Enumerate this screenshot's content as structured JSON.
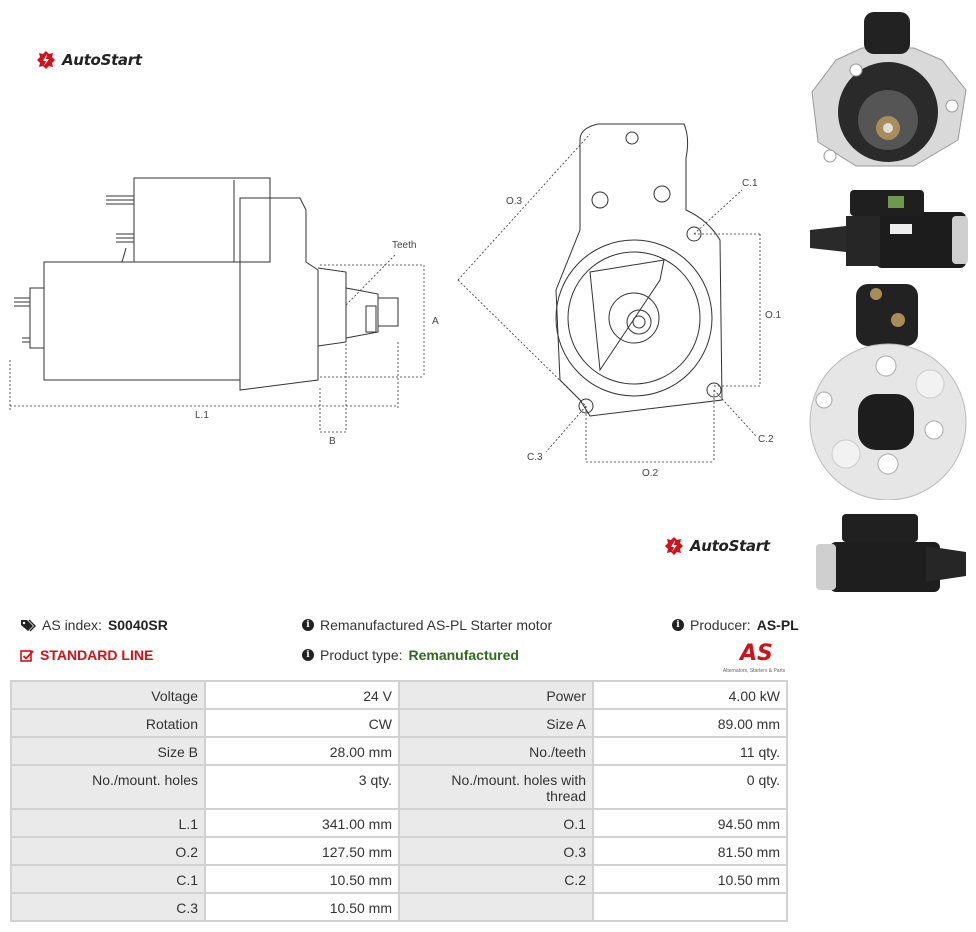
{
  "brand": {
    "name": "AutoStart"
  },
  "drawing_labels": {
    "teeth": "Teeth",
    "a": "A",
    "b": "B",
    "l1": "L.1",
    "o1": "O.1",
    "o2": "O.2",
    "o3": "O.3",
    "c1": "C.1",
    "c2": "C.2",
    "c3": "C.3"
  },
  "product": {
    "as_index_label": "AS index:",
    "as_index": "S0040SR",
    "line": "STANDARD LINE",
    "description": "Remanufactured AS-PL Starter motor",
    "type_label": "Product type:",
    "type_value": "Remanufactured",
    "producer_label": "Producer:",
    "producer": "AS-PL"
  },
  "as_logo": {
    "mark": "AS",
    "tagline": "Alternators, Starters & Parts"
  },
  "specs": [
    [
      "Voltage",
      "24 V",
      "Power",
      "4.00 kW"
    ],
    [
      "Rotation",
      "CW",
      "Size A",
      "89.00 mm"
    ],
    [
      "Size B",
      "28.00 mm",
      "No./teeth",
      "11 qty."
    ],
    [
      "No./mount. holes",
      "3 qty.",
      "No./mount. holes with thread",
      "0 qty."
    ],
    [
      "L.1",
      "341.00 mm",
      "O.1",
      "94.50 mm"
    ],
    [
      "O.2",
      "127.50 mm",
      "O.3",
      "81.50 mm"
    ],
    [
      "C.1",
      "10.50 mm",
      "C.2",
      "10.50 mm"
    ],
    [
      "C.3",
      "10.50 mm",
      "",
      ""
    ]
  ],
  "colors": {
    "accent_red": "#d0121b",
    "type_green": "#2e6b1e"
  },
  "icons": {
    "tags": "tags-icon",
    "info": "info-circle-icon",
    "check": "check-square-icon"
  }
}
